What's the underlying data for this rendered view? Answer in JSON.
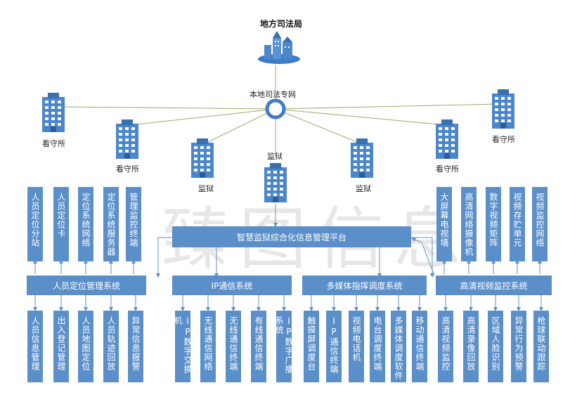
{
  "top": {
    "title": "地方司法局"
  },
  "network": {
    "label": "本地司法专网"
  },
  "sites": [
    {
      "label": "看守所"
    },
    {
      "label": "看守所"
    },
    {
      "label": "监狱"
    },
    {
      "label": "监狱"
    },
    {
      "label": "监狱"
    },
    {
      "label": "看守所"
    },
    {
      "label": "看守所"
    }
  ],
  "watermark": "臻图信息",
  "platform": {
    "label": "智慧监狱综合化信息管理平台"
  },
  "systems": [
    {
      "label": "人员定位管理系统"
    },
    {
      "label": "IP通信系统"
    },
    {
      "label": "多媒体指挥调度系统"
    },
    {
      "label": "高清视频监控系统"
    }
  ],
  "upper_left": [
    "人员定位分站",
    "人员定位卡",
    "定位系统网络",
    "定位系统服务器",
    "管理监控终端"
  ],
  "upper_right": [
    "大屏幕电视墙",
    "高清网络摄像机",
    "数字视频矩阵",
    "视频存贮单元",
    "视频监控网络"
  ],
  "lower": {
    "personnel": [
      "人员信息管理",
      "出入登记管理",
      "人员地图定位",
      "人员轨迹回放",
      "异常信息报警"
    ],
    "ip": [
      "IP数字交换机",
      "无线通信网络",
      "无线通信终端",
      "有线通信终端",
      "IP数字广播系统"
    ],
    "multimedia": [
      "触摸屏调度台",
      "IP通信终端",
      "视频电话机",
      "电台调度终端",
      "多媒体调度软件",
      "移动通信终端"
    ],
    "video": [
      "高清视频监控",
      "高清录像回放",
      "区域人脸识别",
      "异常行为预警",
      "枪球联动跟踪"
    ]
  },
  "colors": {
    "box": "#5b8fc9",
    "line": "#9aab6a",
    "arrow": "#5b8fc9",
    "hub": "#3d7cc9"
  }
}
